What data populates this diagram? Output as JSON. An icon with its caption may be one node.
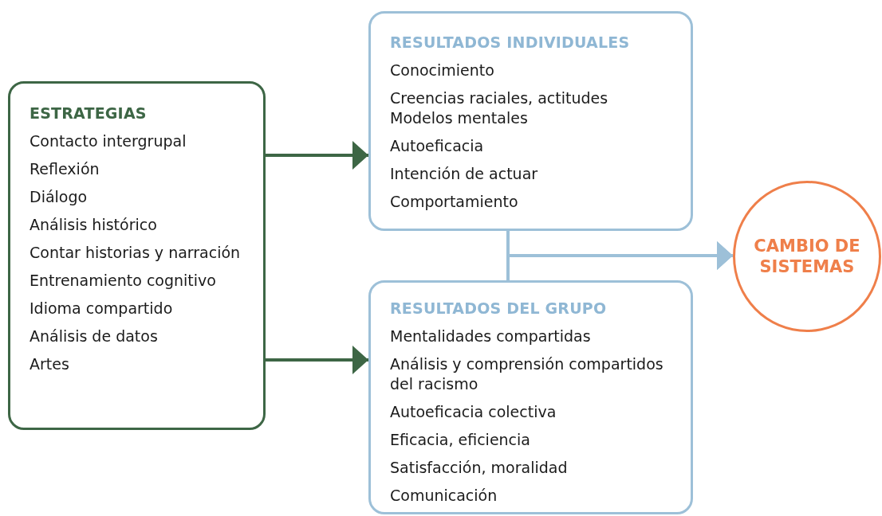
{
  "diagram": {
    "nodes": [
      {
        "text": [
          "ESTRATEGIAS",
          "Contacto intergrupal",
          "Reflexión",
          "Diálogo",
          "Análisis histórico",
          "Contar historias y narración",
          "Entrenamiento cognitivo",
          "Idioma compartido",
          "Análisis de datos",
          "Artes"
        ]
      },
      {
        "text": [
          "RESULTADOS INDIVIDUALES",
          "Conocimiento",
          "Creencias raciales, actitudes Modelos mentales",
          "Autoeficacia",
          "Intención de actuar",
          "Comportamiento"
        ]
      },
      {
        "text": [
          "RESULTADOS DEL GRUPO",
          "Mentalidades compartidas",
          "Análisis y comprensión compartidos del racismo",
          "Autoeficacia colectiva",
          "Eficacia, eficiencia",
          "Satisfacción, moralidad",
          "Comunicación"
        ]
      },
      {
        "text": [
          "CAMBIO DE SISTEMAS"
        ]
      }
    ],
    "edges": [
      {
        "from": 0,
        "to": 1,
        "arrow": "to",
        "color": "#3d6645"
      },
      {
        "from": 0,
        "to": 2,
        "arrow": "to",
        "color": "#3d6645"
      },
      {
        "from": 1,
        "to": 3,
        "arrow": "to",
        "color": "#9dc0d8"
      },
      {
        "from": 2,
        "to": 3,
        "arrow": "to",
        "color": "#9dc0d8"
      }
    ]
  }
}
